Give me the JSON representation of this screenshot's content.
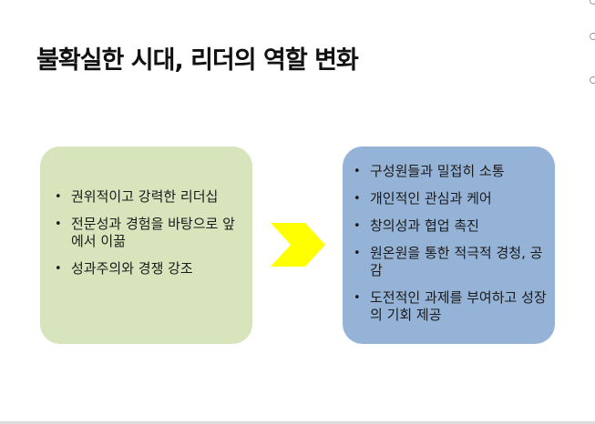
{
  "slide": {
    "title": "불확실한 시대, 리더의 역할 변화",
    "left_box": {
      "color": "#d7e4bc",
      "items": [
        {
          "text": "권위적이고 강력한 리더십"
        },
        {
          "text": "전문성과 경험을 바탕으로 앞에서 이끎"
        },
        {
          "text": "성과주의와 경쟁 강조"
        }
      ]
    },
    "arrow": {
      "icon": "chevron-right-icon",
      "color": "#ffff00"
    },
    "right_box": {
      "color": "#95b3d7",
      "items": [
        {
          "text": "구성원들과 밀접히 소통"
        },
        {
          "text": "개인적인 관심과 케어"
        },
        {
          "text": "창의성과 협업 촉진"
        },
        {
          "text": "원온원을 통한 적극적 경청, 공감"
        },
        {
          "text": "도전적인 과제를 부여하고 성장의 기회 제공"
        }
      ]
    },
    "bullet_glyph": "•"
  }
}
